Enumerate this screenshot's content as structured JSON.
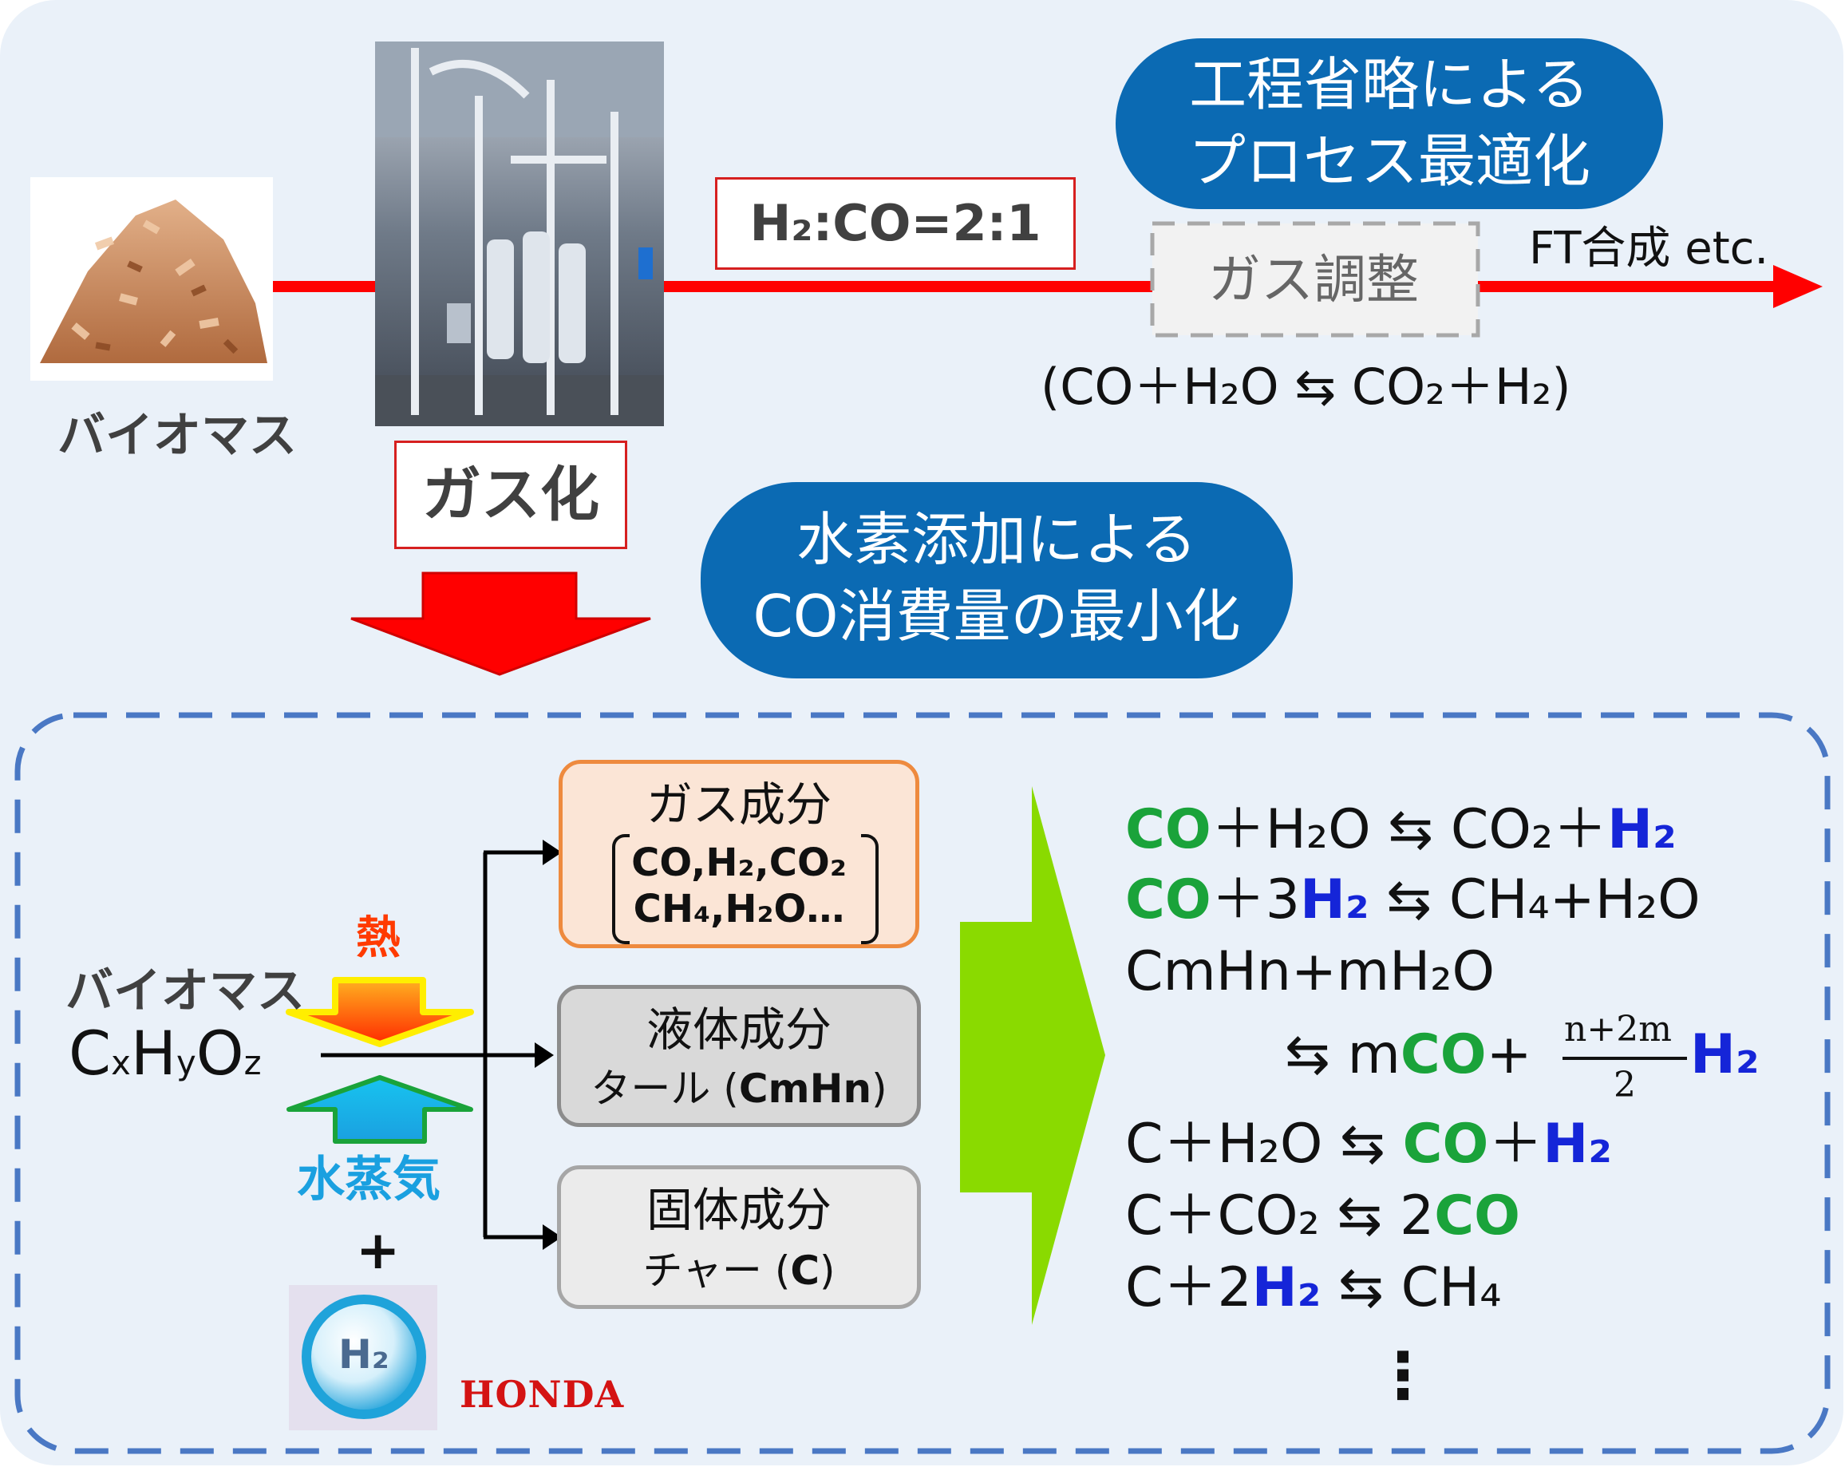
{
  "top": {
    "biomass_label": "バイオマス",
    "gasification_label": "ガス化",
    "ratio_label": "H₂:CO=2:1",
    "gas_adjust_label": "ガス調整",
    "ft_label": "FT合成 etc.",
    "shift_reaction": "(CO＋H₂O ⇆ CO₂＋H₂)",
    "pill_top_line1": "工程省略による",
    "pill_top_line2": "プロセス最適化",
    "pill_mid_line1": "水素添加による",
    "pill_mid_line2": "CO消費量の最小化"
  },
  "bottom": {
    "heat_label": "熱",
    "biomass_label": "バイオマス",
    "formula": {
      "c": "C",
      "x": "x",
      "h": "H",
      "y": "y",
      "o": "O",
      "z": "z"
    },
    "steam_label": "水蒸気",
    "plus": "+",
    "h2_badge": "H₂",
    "honda_logo": "HONDA",
    "gas_box": {
      "title": "ガス成分",
      "line1": "CO,H₂,CO₂",
      "line2": "CH₄,H₂O…"
    },
    "liquid_box": {
      "title": "液体成分",
      "sub_prefix": "タール (",
      "sub_bold": "CmHn",
      "sub_suffix": ")"
    },
    "solid_box": {
      "title": "固体成分",
      "sub_prefix": "チャー (",
      "sub_bold": "C",
      "sub_suffix": ")"
    }
  },
  "equations": {
    "e1": {
      "a": "CO",
      "b": "＋H₂O ⇆ CO₂＋",
      "c": "H₂"
    },
    "e2": {
      "a": "CO",
      "b": "＋3",
      "c": "H₂",
      "d": " ⇆ CH₄+H₂O"
    },
    "e3": {
      "a": "CmHn+mH₂O"
    },
    "e4": {
      "a": "⇆ m",
      "b": "CO",
      "c": "+",
      "num": "n+2m",
      "den": "2",
      "d": "H₂"
    },
    "e5": {
      "a": "C＋H₂O ⇆ ",
      "b": "CO",
      "c": "＋",
      "d": "H₂"
    },
    "e6": {
      "a": "C＋CO₂ ⇆ 2",
      "b": "CO"
    },
    "e7": {
      "a": "C＋2",
      "b": "H₂",
      "c": " ⇆ CH₄"
    },
    "dots": "⋮"
  },
  "colors": {
    "background": "#eaf1f9",
    "pill": "#0b6ab3",
    "red_arrow": "#ff0000",
    "green_arrow": "#8ada00",
    "co_green": "#1aa33a",
    "h2_blue": "#1525d8",
    "dash_border": "#4a78c4"
  }
}
